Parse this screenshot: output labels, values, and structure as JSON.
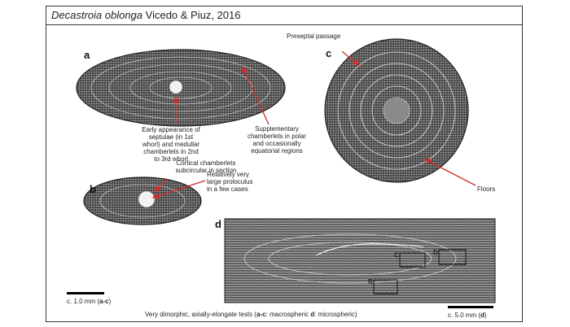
{
  "title": {
    "species": "Decastroia oblonga",
    "authors": " Vicedo & Piuz, 2016"
  },
  "panels": {
    "a": "a",
    "b": "b",
    "c": "c",
    "d": "d"
  },
  "annotations": {
    "preseptal": "Preseptal passage",
    "early_1": "Early appearance of",
    "early_2": "septulae (in 1st",
    "early_3": "whorl) and medullar",
    "early_4": "chamberlets in 2nd",
    "early_5": "to 3rd whorl",
    "supp_1": "Supplementary",
    "supp_2": "chamberlets in polar",
    "supp_3": "and occasionally",
    "supp_4": "equatorial regions",
    "cort_1": "Cortical chamberlets",
    "cort_2": "subcircular in section",
    "prolo_1": "Relatively very",
    "prolo_2": "large proloculus",
    "prolo_3": "in a few cases",
    "floors": "Floors",
    "box_c": "C",
    "box_d": "D",
    "box_b": "B"
  },
  "scale_left": {
    "prefix": "c. 1.0 mm (",
    "bold": "a-c",
    "suffix": ")"
  },
  "scale_right": {
    "prefix": "c. 5.0 mm (",
    "bold": "d",
    "suffix": ")"
  },
  "caption": {
    "p1": "Very dimorphic, axially-elongate tests (",
    "b1": "a-c",
    "p2": ": macrospheric ",
    "b2": "d",
    "p3": ": microspheric)"
  },
  "colors": {
    "arrow": "#d42b2b",
    "specimen_dark": "#3a3a3a",
    "specimen_light": "#bdbdbd"
  }
}
